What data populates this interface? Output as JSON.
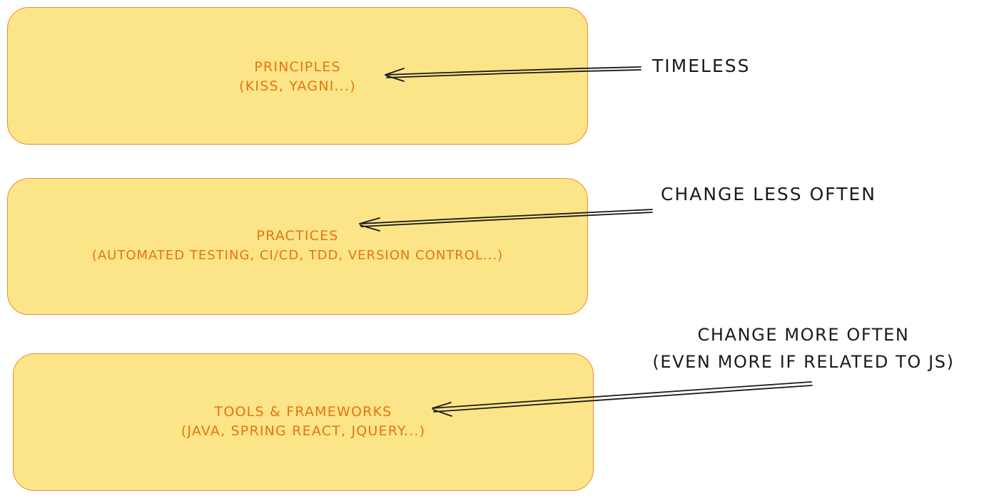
{
  "colors": {
    "box_fill": "#fce589",
    "box_stroke": "#f08c2a",
    "box_text": "#e8730f",
    "note_text": "#1a1a1a",
    "arrow": "#1a1a1a"
  },
  "layers": [
    {
      "title": "PRINCIPLES",
      "subtitle": "(KISS, YAGNI...)",
      "annotation": [
        "TIMELESS"
      ]
    },
    {
      "title": "PRACTICES",
      "subtitle": "(AUTOMATED TESTING, CI/CD, TDD, VERSION CONTROL...)",
      "annotation": [
        "CHANGE LESS OFTEN"
      ]
    },
    {
      "title": "TOOLS & FRAMEWORKS",
      "subtitle": "(JAVA, SPRING REACT, JQUERY...)",
      "annotation": [
        "CHANGE MORE OFTEN",
        "(EVEN MORE IF RELATED TO JS)"
      ]
    }
  ]
}
